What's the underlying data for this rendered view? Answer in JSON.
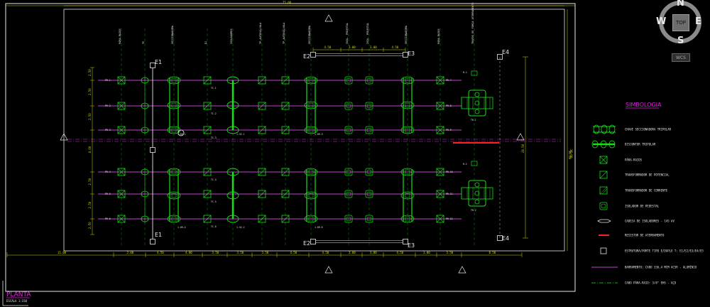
{
  "drawing": {
    "title": "PLANTA",
    "scale": "ESCALA 1:150",
    "overall_width": "75.00",
    "overall_height": "36.00"
  },
  "columns": [
    "PÁRA-RAIOS",
    "TC",
    "SECCIONADORA",
    "DJ",
    "ISOLADORES",
    "TP-AUTOVÁLVULA",
    "TP-AUTOVÁLVULA",
    "SECCIONADORA",
    "ISOL. PEDESTAL",
    "ISOL. PEDESTAL",
    "SECCIONADORA",
    "PÁRA-RAIOS",
    "TRAFOS DE FORÇA ATERRAMENTO"
  ],
  "structures": [
    "E1",
    "E1",
    "E2",
    "E3",
    "E2",
    "E3",
    "E4",
    "E4"
  ],
  "bottom_dims": [
    "15.00",
    "2.00",
    "4.50",
    "4.00",
    "3.50",
    "3.50",
    "3.50",
    "4.50",
    "4.50",
    "3.00",
    "3.00",
    "4.50",
    "3.00",
    "3.50",
    "8.50"
  ],
  "top_dims": [
    "4.50",
    "3.00",
    "3.00",
    "4.50"
  ],
  "left_dims": [
    "2.50",
    "2.50",
    "2.50",
    "4.00",
    "2.50",
    "2.50",
    "2.50"
  ],
  "right_dims": [
    "24.50"
  ],
  "right_total": "36.00",
  "equipment_labels": {
    "pr_top": [
      "PR-1",
      "PR-2",
      "PR-3"
    ],
    "pr_bot": [
      "PR-4",
      "PR-5",
      "PR-6"
    ],
    "tc_top": [
      "TC-1",
      "TC-2",
      "TC-3"
    ],
    "tc_bot": [
      "TC-4",
      "TC-5",
      "TC-6"
    ],
    "dj_top": "1-52-1",
    "dj_bot": "1-52-2",
    "sec_top": "1-89-1",
    "sec_bot": "1-89-4",
    "sec2_top": "1-89-3",
    "sec2_bot": "1-89-6",
    "pr_right_top": [
      "PR-7",
      "PR-8",
      "PR-9"
    ],
    "pr_right_bot": [
      "PR-10",
      "PR-11",
      "PR-12"
    ],
    "tr": [
      "TR-1",
      "TR-2"
    ],
    "misc_top": "R-1",
    "misc_bot": "R-2"
  },
  "legend": {
    "title": "SIMBOLOGIA",
    "items": [
      "CHAVE SECCIONADORA TRIPOLAR",
      "DISJUNTOR TRIPOLAR",
      "PÁRA-RAIOS",
      "TRANSFORMADOR DE POTENCIAL",
      "TRANSFORMADOR DE CORRENTE",
      "ISOLADOR DE PEDESTAL",
      "CADEIA DE ISOLADORES - 145 kV",
      "RESISTOR DE ATERRAMENTO",
      "ESTRUTURA/PORTE TIPO E/DUPLO T: E1/E2/E3/E4/E5",
      "BARRAMENTO: CABO 336,4 MCM ACSR - ALUMÍNIO",
      "CABO PÁRA-RAIO: 3/8\" EHS - AÇO"
    ]
  },
  "viewcube": {
    "n": "N",
    "s": "S",
    "e": "E",
    "w": "W",
    "top": "TOP",
    "wcs": "WCS"
  },
  "colors": {
    "background": "#000000",
    "border": "#e8e8e8",
    "equipment": "#16e016",
    "bus": "#c33fd0",
    "structure": "#e8e8e8",
    "dimension": "#d8d800",
    "dim_text": "#d8d800",
    "legend_title": "#e020e0",
    "resistor": "#ff2020"
  }
}
